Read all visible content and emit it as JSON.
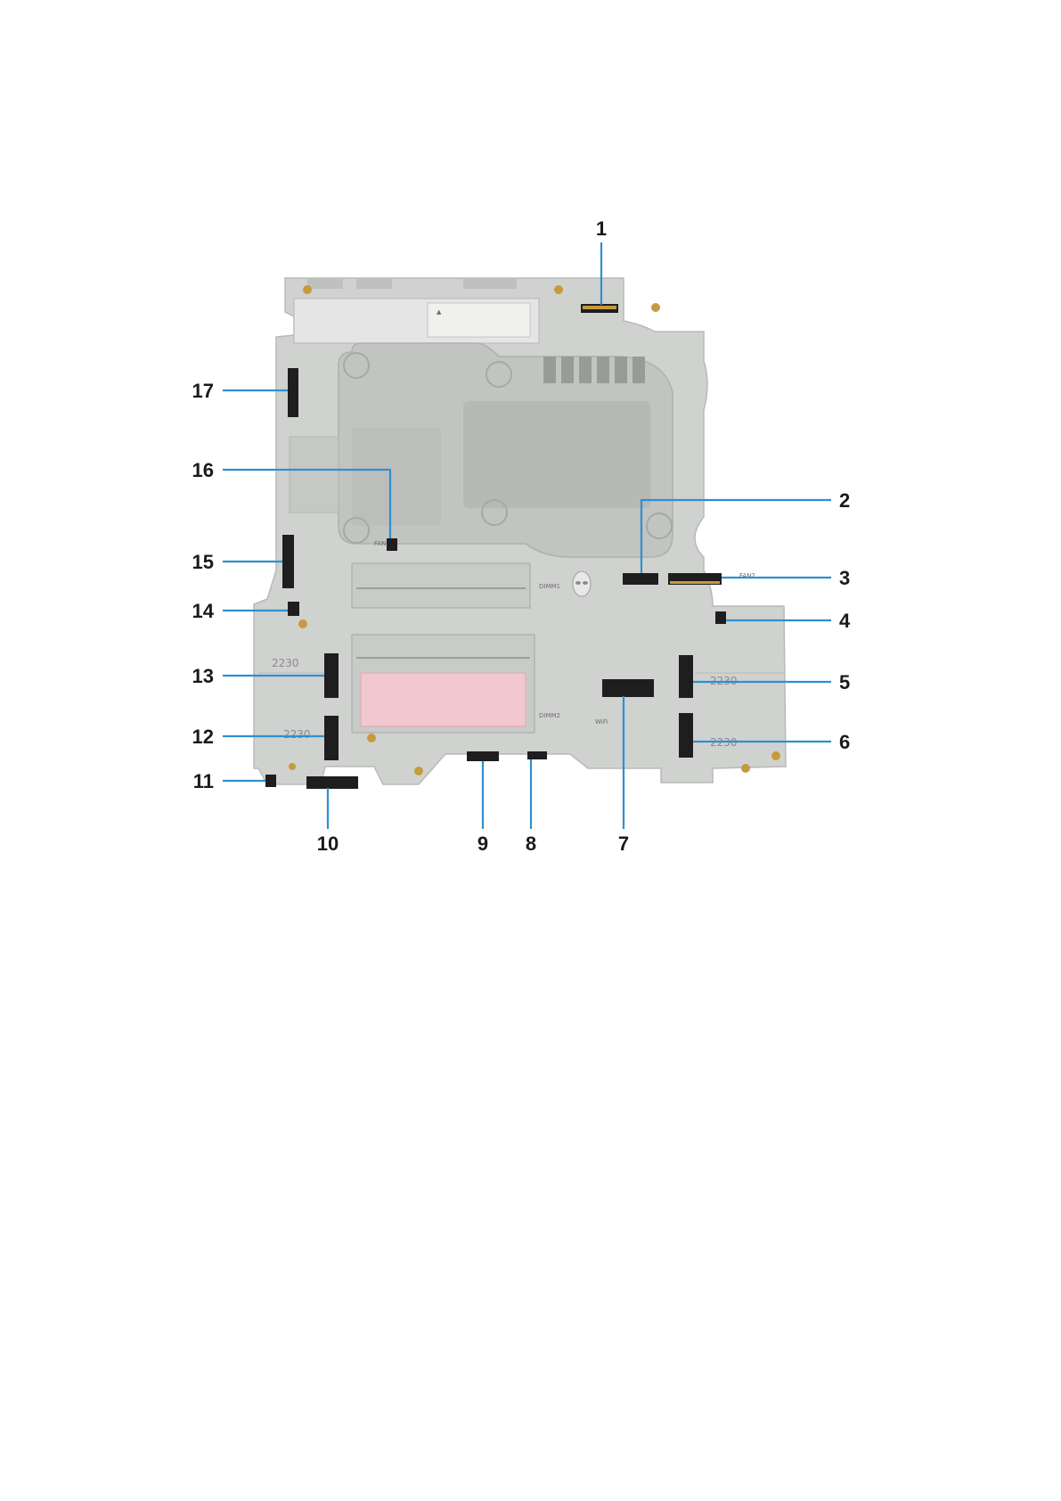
{
  "colors": {
    "board": "#d0d2d0",
    "board_edge": "#b7bab8",
    "heatsink": "#c2c4c2",
    "connector": "#1e1e1e",
    "gold": "#c79a3f",
    "pink_pad": "#f2c7cd",
    "leader": "#2f8fd0",
    "number": "#1a1a1a"
  },
  "board_labels": {
    "ssd_slot_left_upper": "2230",
    "ssd_slot_left_lower": "2230",
    "ssd_slot_right_upper": "2230",
    "ssd_slot_right_lower": "2230",
    "dimm_upper": "DIMM1",
    "dimm_lower": "DIMM2",
    "wifi": "WiFi",
    "fan_left": "FAN1",
    "fan_right": "FAN2"
  },
  "callouts": [
    {
      "id": "1",
      "label": "1"
    },
    {
      "id": "2",
      "label": "2"
    },
    {
      "id": "3",
      "label": "3"
    },
    {
      "id": "4",
      "label": "4"
    },
    {
      "id": "5",
      "label": "5"
    },
    {
      "id": "6",
      "label": "6"
    },
    {
      "id": "7",
      "label": "7"
    },
    {
      "id": "8",
      "label": "8"
    },
    {
      "id": "9",
      "label": "9"
    },
    {
      "id": "10",
      "label": "10"
    },
    {
      "id": "11",
      "label": "11"
    },
    {
      "id": "12",
      "label": "12"
    },
    {
      "id": "13",
      "label": "13"
    },
    {
      "id": "14",
      "label": "14"
    },
    {
      "id": "15",
      "label": "15"
    },
    {
      "id": "16",
      "label": "16"
    },
    {
      "id": "17",
      "label": "17"
    }
  ]
}
